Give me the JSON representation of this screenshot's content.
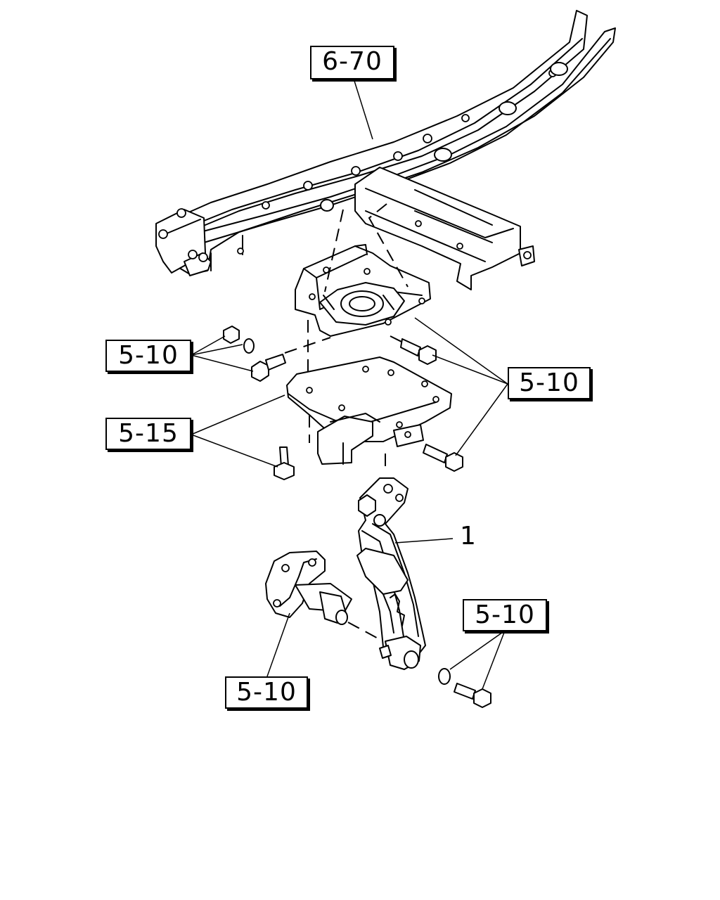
{
  "callouts": {
    "frame_ref": "6-70",
    "nut_washer_bolt_left": "5-10",
    "bolts_right": "5-10",
    "bracket_plate": "5-15",
    "lower_washer_bolt": "5-10",
    "lower_bracket": "5-10"
  },
  "part_number": "1",
  "icons": [
    "frame-rail",
    "crossmember",
    "mount-bracket",
    "plate-bracket",
    "stabilizer-link",
    "lower-bracket",
    "bolt",
    "nut",
    "washer"
  ]
}
